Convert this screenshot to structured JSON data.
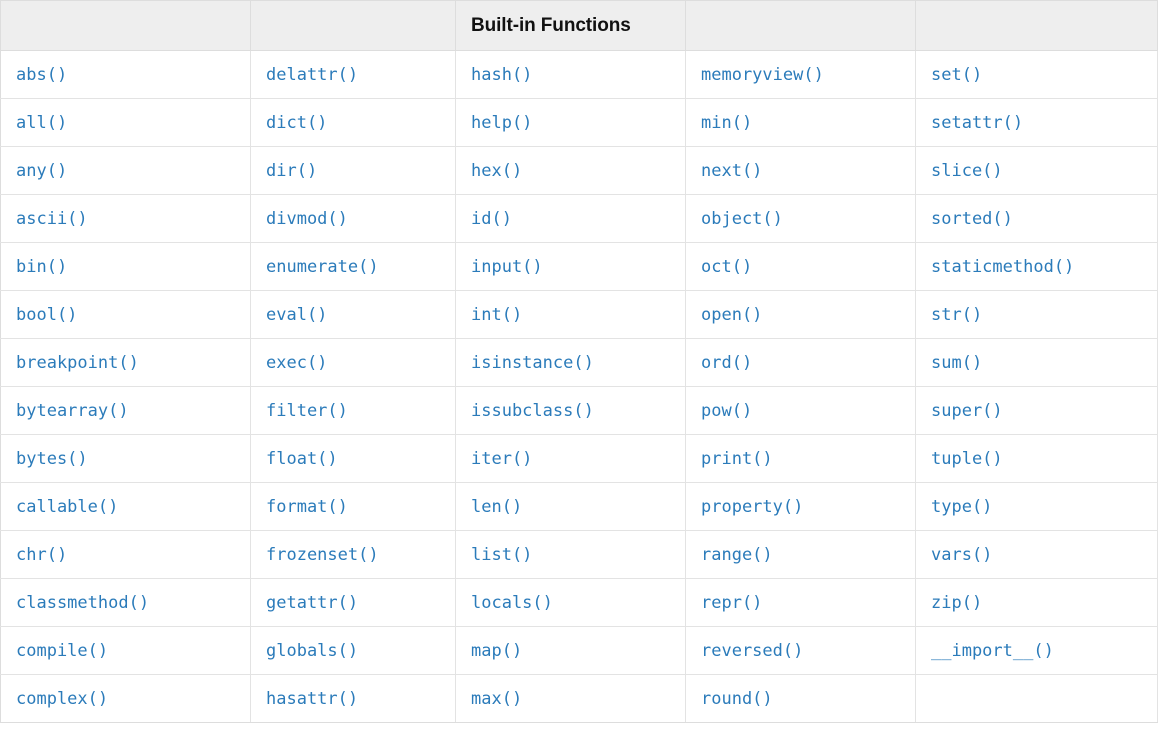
{
  "table": {
    "title": "Built-in Functions",
    "title_column_index": 2,
    "header_cells": [
      "",
      "",
      "Built-in Functions",
      "",
      ""
    ],
    "column_count": 5,
    "row_count": 14,
    "colors": {
      "header_background": "#eeeeee",
      "header_text": "#111111",
      "cell_text": "#2b7bba",
      "border": "#dddddd",
      "page_background": "#ffffff"
    },
    "rows": [
      [
        "abs()",
        "delattr()",
        "hash()",
        "memoryview()",
        "set()"
      ],
      [
        "all()",
        "dict()",
        "help()",
        "min()",
        "setattr()"
      ],
      [
        "any()",
        "dir()",
        "hex()",
        "next()",
        "slice()"
      ],
      [
        "ascii()",
        "divmod()",
        "id()",
        "object()",
        "sorted()"
      ],
      [
        "bin()",
        "enumerate()",
        "input()",
        "oct()",
        "staticmethod()"
      ],
      [
        "bool()",
        "eval()",
        "int()",
        "open()",
        "str()"
      ],
      [
        "breakpoint()",
        "exec()",
        "isinstance()",
        "ord()",
        "sum()"
      ],
      [
        "bytearray()",
        "filter()",
        "issubclass()",
        "pow()",
        "super()"
      ],
      [
        "bytes()",
        "float()",
        "iter()",
        "print()",
        "tuple()"
      ],
      [
        "callable()",
        "format()",
        "len()",
        "property()",
        "type()"
      ],
      [
        "chr()",
        "frozenset()",
        "list()",
        "range()",
        "vars()"
      ],
      [
        "classmethod()",
        "getattr()",
        "locals()",
        "repr()",
        "zip()"
      ],
      [
        "compile()",
        "globals()",
        "map()",
        "reversed()",
        "__import__()"
      ],
      [
        "complex()",
        "hasattr()",
        "max()",
        "round()",
        ""
      ]
    ]
  }
}
